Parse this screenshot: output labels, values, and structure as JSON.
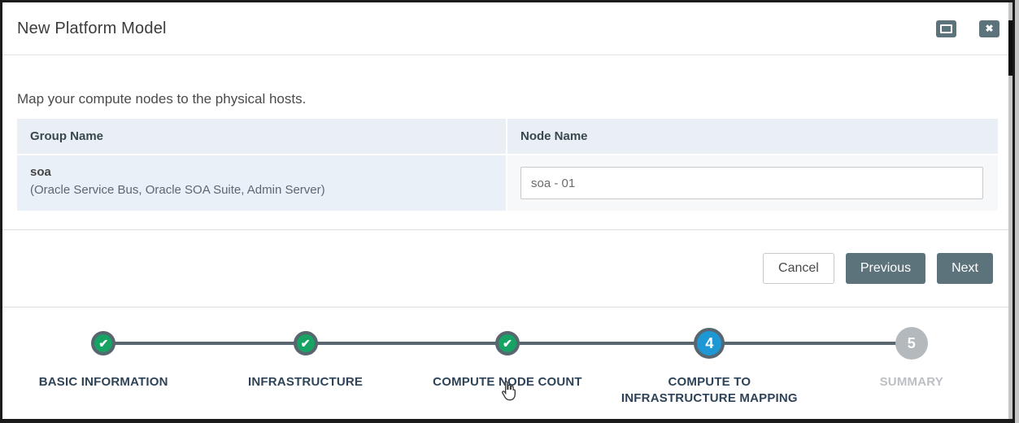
{
  "window": {
    "title": "New Platform Model",
    "close_glyph": "✖"
  },
  "instruction": "Map your compute nodes to the physical hosts.",
  "table": {
    "columns": [
      "Group Name",
      "Node Name"
    ],
    "rows": [
      {
        "group_name": "soa",
        "group_detail": "(Oracle Service Bus, Oracle SOA Suite, Admin Server)",
        "node_name_value": "soa - 01"
      }
    ]
  },
  "footer": {
    "cancel_label": "Cancel",
    "previous_label": "Previous",
    "next_label": "Next"
  },
  "stepper": {
    "steps": [
      {
        "label": "BASIC INFORMATION",
        "status": "complete",
        "marker": "✔"
      },
      {
        "label": "INFRASTRUCTURE",
        "status": "complete",
        "marker": "✔"
      },
      {
        "label": "COMPUTE NODE COUNT",
        "status": "complete",
        "marker": "✔"
      },
      {
        "label": "COMPUTE TO INFRASTRUCTURE MAPPING",
        "status": "active",
        "marker": "4"
      },
      {
        "label": "SUMMARY",
        "status": "pending",
        "marker": "5"
      }
    ]
  },
  "colors": {
    "step_complete": "#17a363",
    "step_active": "#1e97d5",
    "step_pending": "#b3b9bd",
    "connector": "#57666f",
    "button_primary": "#5d737c"
  }
}
